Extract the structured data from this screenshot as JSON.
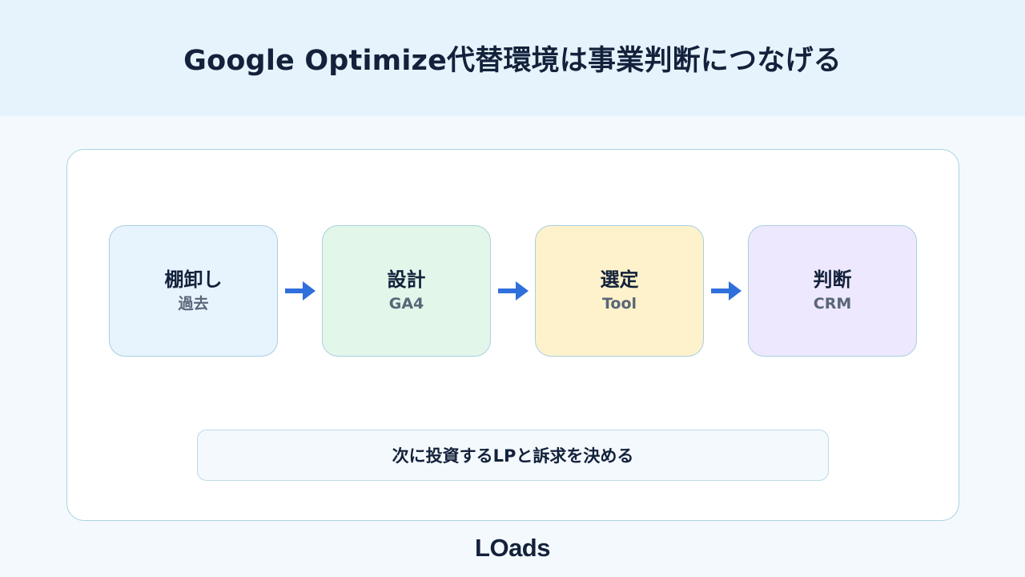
{
  "header": {
    "title": "Google Optimize代替環境は事業判断につなげる"
  },
  "flow": {
    "steps": [
      {
        "title": "棚卸し",
        "sub": "過去",
        "color": "#e7f3fd"
      },
      {
        "title": "設計",
        "sub": "GA4",
        "color": "#e2f6ea"
      },
      {
        "title": "選定",
        "sub": "Tool",
        "color": "#fdf2cb"
      },
      {
        "title": "判断",
        "sub": "CRM",
        "color": "#ede8fd"
      }
    ],
    "arrow_icon": "arrow-right-icon",
    "arrow_color": "#2f6fdc"
  },
  "conclusion": {
    "text": "次に投資するLPと訴求を決める"
  },
  "footer": {
    "logo": "LOads"
  }
}
